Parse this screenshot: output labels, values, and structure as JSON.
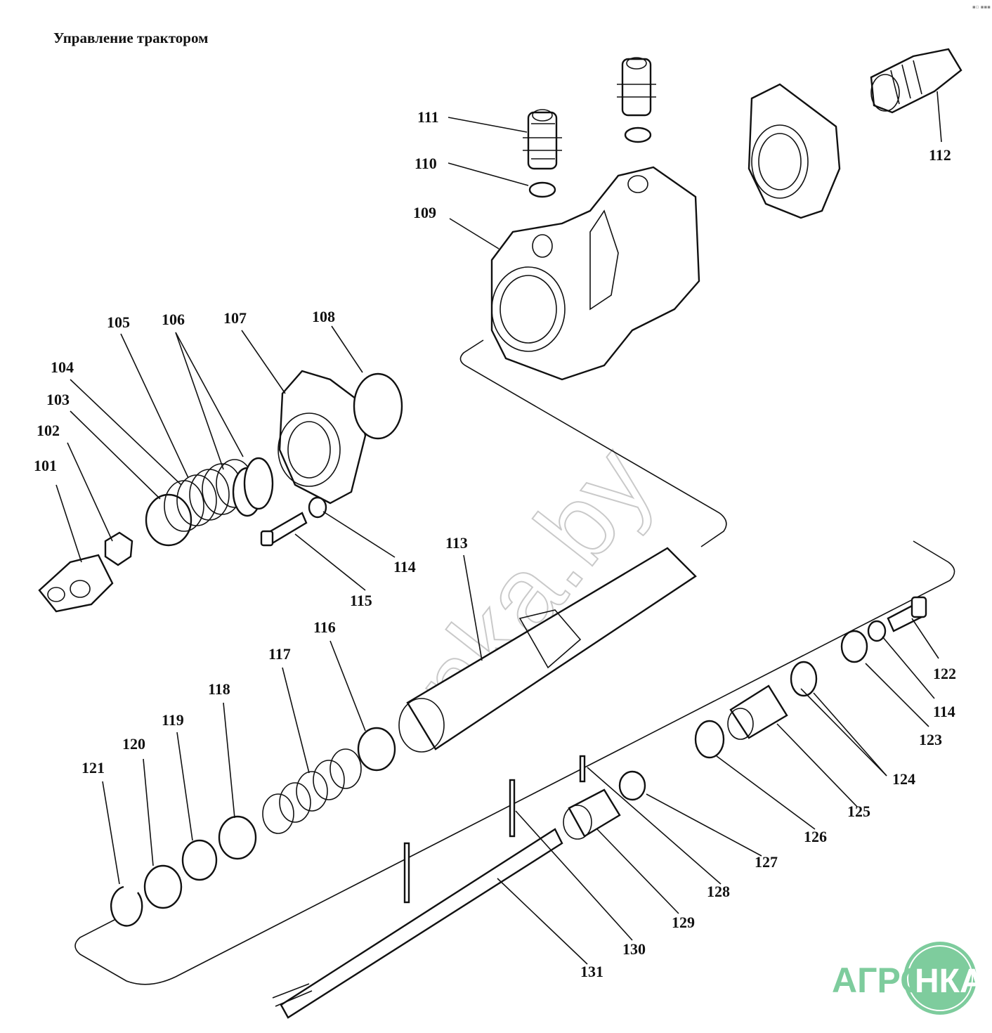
{
  "document": {
    "title": "Управление трактором",
    "corner_mark": "▪▫ ▪▪▪",
    "watermark_text": "nka.by",
    "logo": {
      "text_left": "АГРО",
      "text_right": "НКА",
      "color": "#7ecc9d"
    }
  },
  "callouts": [
    {
      "id": "101",
      "label": "101"
    },
    {
      "id": "102",
      "label": "102"
    },
    {
      "id": "103",
      "label": "103"
    },
    {
      "id": "104",
      "label": "104"
    },
    {
      "id": "105",
      "label": "105"
    },
    {
      "id": "106",
      "label": "106"
    },
    {
      "id": "107",
      "label": "107"
    },
    {
      "id": "108",
      "label": "108"
    },
    {
      "id": "109",
      "label": "109"
    },
    {
      "id": "110",
      "label": "110"
    },
    {
      "id": "111",
      "label": "111"
    },
    {
      "id": "112",
      "label": "112"
    },
    {
      "id": "113",
      "label": "113"
    },
    {
      "id": "114a",
      "label": "114"
    },
    {
      "id": "115",
      "label": "115"
    },
    {
      "id": "116",
      "label": "116"
    },
    {
      "id": "117",
      "label": "117"
    },
    {
      "id": "118",
      "label": "118"
    },
    {
      "id": "119",
      "label": "119"
    },
    {
      "id": "120",
      "label": "120"
    },
    {
      "id": "121",
      "label": "121"
    },
    {
      "id": "122",
      "label": "122"
    },
    {
      "id": "114b",
      "label": "114"
    },
    {
      "id": "123",
      "label": "123"
    },
    {
      "id": "124",
      "label": "124"
    },
    {
      "id": "125",
      "label": "125"
    },
    {
      "id": "126",
      "label": "126"
    },
    {
      "id": "127",
      "label": "127"
    },
    {
      "id": "128",
      "label": "128"
    },
    {
      "id": "129",
      "label": "129"
    },
    {
      "id": "130",
      "label": "130"
    },
    {
      "id": "131",
      "label": "131"
    }
  ]
}
